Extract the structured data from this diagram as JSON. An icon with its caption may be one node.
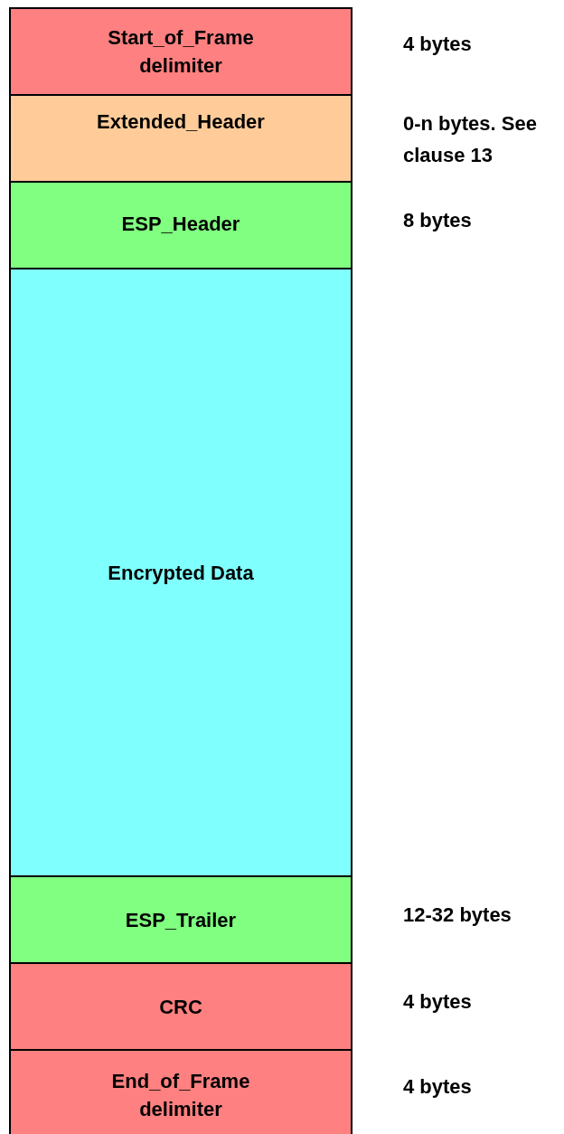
{
  "diagram": {
    "nodes": [
      {
        "text": [
          "Start_of_Frame delimiter"
        ],
        "beside": [
          "4 bytes"
        ]
      },
      {
        "text": [
          "Extended_Header"
        ],
        "beside": [
          "0-n bytes. See clause 13"
        ]
      },
      {
        "text": [
          "ESP_Header"
        ],
        "beside": [
          "8 bytes"
        ]
      },
      {
        "text": [
          "Encrypted Data"
        ]
      },
      {
        "text": [
          "ESP_Trailer"
        ],
        "beside": [
          "12-32 bytes"
        ]
      },
      {
        "text": [
          "CRC"
        ],
        "beside": [
          "4 bytes"
        ]
      },
      {
        "text": [
          "End_of_Frame delimiter"
        ],
        "beside": [
          "4 bytes"
        ]
      }
    ]
  }
}
